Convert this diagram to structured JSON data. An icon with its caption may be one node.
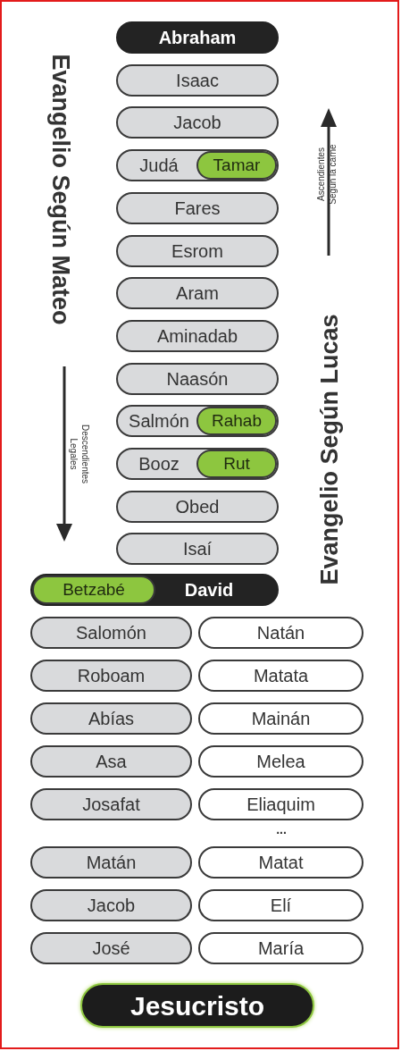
{
  "diagram": {
    "nodes": [
      {
        "text": [
          "Abraham"
        ]
      },
      {
        "text": [
          "Isaac"
        ]
      },
      {
        "text": [
          "Jacob"
        ]
      },
      {
        "text": [
          "Judá"
        ]
      },
      {
        "text": [
          "Tamar"
        ],
        "in": 3
      },
      {
        "text": [
          "Fares"
        ]
      },
      {
        "text": [
          "Esrom"
        ]
      },
      {
        "text": [
          "Aram"
        ]
      },
      {
        "text": [
          "Aminadab"
        ]
      },
      {
        "text": [
          "Naasón"
        ]
      },
      {
        "text": [
          "Salmón"
        ]
      },
      {
        "text": [
          "Rahab"
        ],
        "in": 10
      },
      {
        "text": [
          "Booz"
        ]
      },
      {
        "text": [
          "Rut"
        ],
        "in": 12
      },
      {
        "text": [
          "Obed"
        ]
      },
      {
        "text": [
          "Isaí"
        ]
      },
      {
        "text": [
          "David"
        ]
      },
      {
        "text": [
          "Betzabé"
        ],
        "in": 16
      },
      {
        "text": [
          "Salomón"
        ]
      },
      {
        "text": [
          "Natán"
        ]
      },
      {
        "text": [
          "Roboam"
        ]
      },
      {
        "text": [
          "Matata"
        ]
      },
      {
        "text": [
          "Abías"
        ]
      },
      {
        "text": [
          "Mainán"
        ]
      },
      {
        "text": [
          "Asa"
        ]
      },
      {
        "text": [
          "Melea"
        ]
      },
      {
        "text": [
          "Josafat"
        ]
      },
      {
        "text": [
          "Eliaquim"
        ]
      },
      {
        "text": [
          "Matán"
        ]
      },
      {
        "text": [
          "Matat"
        ]
      },
      {
        "text": [
          "Jacob"
        ]
      },
      {
        "text": [
          "Elí"
        ]
      },
      {
        "text": [
          "José"
        ]
      },
      {
        "text": [
          "María"
        ]
      },
      {
        "text": [
          "Jesucristo"
        ]
      }
    ],
    "edges": [],
    "labels": [
      "Evangelio Según Mateo",
      "Ascendientes Según la carne",
      "Evangelio Según Lucas",
      "Descendientes Legales",
      "..."
    ]
  }
}
